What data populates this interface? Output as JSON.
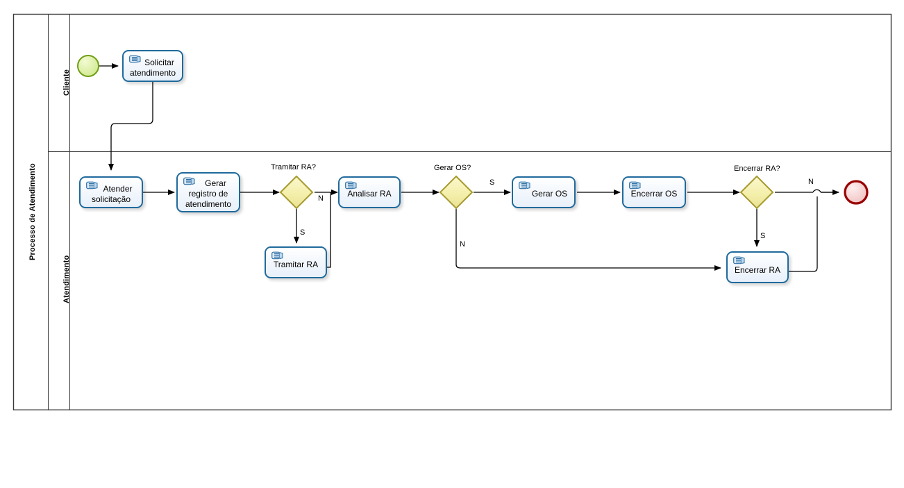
{
  "diagram": {
    "title": "Processo de Atendimento",
    "pool_label": "Processo de Atendimento",
    "lanes": [
      {
        "id": "cliente",
        "label": "Cliente"
      },
      {
        "id": "atendimento",
        "label": "Atendimento"
      }
    ]
  },
  "events": {
    "start": {
      "name": "start-event",
      "color": "#6f9e16",
      "fill": "#e2f0a0"
    },
    "end": {
      "name": "end-event",
      "color": "#990000",
      "fill": "#f6c9c9"
    }
  },
  "tasks": [
    {
      "id": "solicitar-atendimento",
      "label": "Solicitar\natendimento",
      "line1": "Solicitar",
      "line2": "atendimento",
      "lane": "cliente"
    },
    {
      "id": "atender-solicitacao",
      "label": "Atender\nsolicitação",
      "line1": "Atender",
      "line2": "solicitação",
      "lane": "atendimento"
    },
    {
      "id": "gerar-registro-de-atendimento",
      "label": "Gerar\nregistro de\natendimento",
      "line1": "Gerar",
      "line2": "registro de",
      "line3": "atendimento",
      "lane": "atendimento"
    },
    {
      "id": "tramitar-ra",
      "label": "Tramitar RA",
      "line1": "Tramitar RA",
      "lane": "atendimento"
    },
    {
      "id": "analisar-ra",
      "label": "Analisar RA",
      "line1": "Analisar RA",
      "lane": "atendimento"
    },
    {
      "id": "gerar-os",
      "label": "Gerar OS",
      "line1": "Gerar OS",
      "lane": "atendimento"
    },
    {
      "id": "encerrar-os",
      "label": "Encerrar OS",
      "line1": "Encerrar OS",
      "lane": "atendimento"
    },
    {
      "id": "encerrar-ra",
      "label": "Encerrar RA",
      "line1": "Encerrar RA",
      "lane": "atendimento"
    }
  ],
  "gateways": [
    {
      "id": "tramitar-ra-gateway",
      "label": "Tramitar RA?",
      "lane": "atendimento"
    },
    {
      "id": "gerar-os-gateway",
      "label": "Gerar OS?",
      "lane": "atendimento"
    },
    {
      "id": "encerrar-ra-gateway",
      "label": "Encerrar RA?",
      "lane": "atendimento"
    }
  ],
  "flow_labels": {
    "tramitar_n": "N",
    "tramitar_s": "S",
    "gerar_os_s": "S",
    "gerar_os_n": "N",
    "encerrar_n": "N",
    "encerrar_s": "S"
  },
  "colors": {
    "task_border": "#1f6a9c",
    "gateway_border": "#a69a2e",
    "gateway_fill": "#f2efae",
    "frame": "#3a3a3a",
    "connector": "#000000"
  }
}
